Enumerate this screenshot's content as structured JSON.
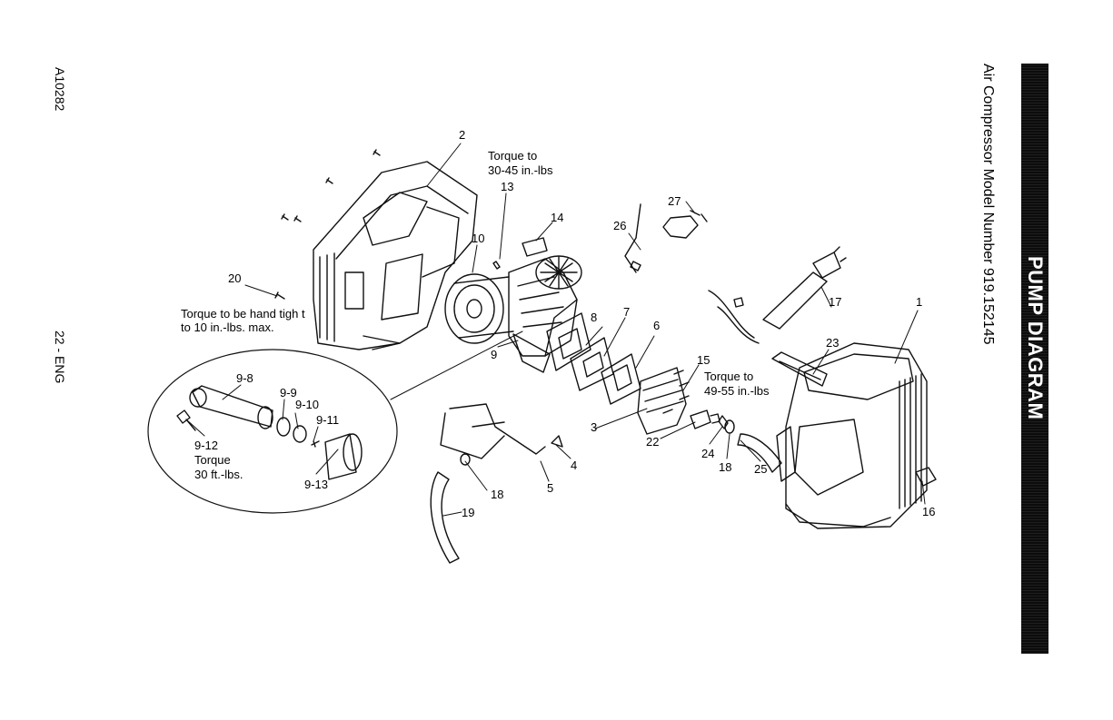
{
  "margin": {
    "doc_code": "A10282",
    "page_label": "22 - ENG"
  },
  "header": {
    "title": "PUMP DIAGRAM",
    "model_line": "Air Compressor Model Number 919.152145"
  },
  "notes": {
    "torque_13_a": "Torque to",
    "torque_13_b": "30-45 in.-lbs",
    "torque_20_a": "Torque to be hand tigh t",
    "torque_20_b": "to 10 in.-lbs. max.",
    "torque_15_a": "Torque to",
    "torque_15_b": "49-55 in.-lbs",
    "torque_912_a": "Torque",
    "torque_912_b": "30 ft.-lbs."
  },
  "callouts": {
    "c1": "1",
    "c2": "2",
    "c3": "3",
    "c4": "4",
    "c5": "5",
    "c6": "6",
    "c7": "7",
    "c8": "8",
    "c9": "9",
    "c10": "10",
    "c13": "13",
    "c14": "14",
    "c15": "15",
    "c16": "16",
    "c17": "17",
    "c18a": "18",
    "c18b": "18",
    "c19": "19",
    "c20": "20",
    "c22": "22",
    "c23": "23",
    "c24": "24",
    "c25": "25",
    "c26": "26",
    "c27": "27",
    "c98": "9-8",
    "c99": "9-9",
    "c910": "9-10",
    "c911": "9-11",
    "c912": "9-12",
    "c913": "9-13"
  }
}
